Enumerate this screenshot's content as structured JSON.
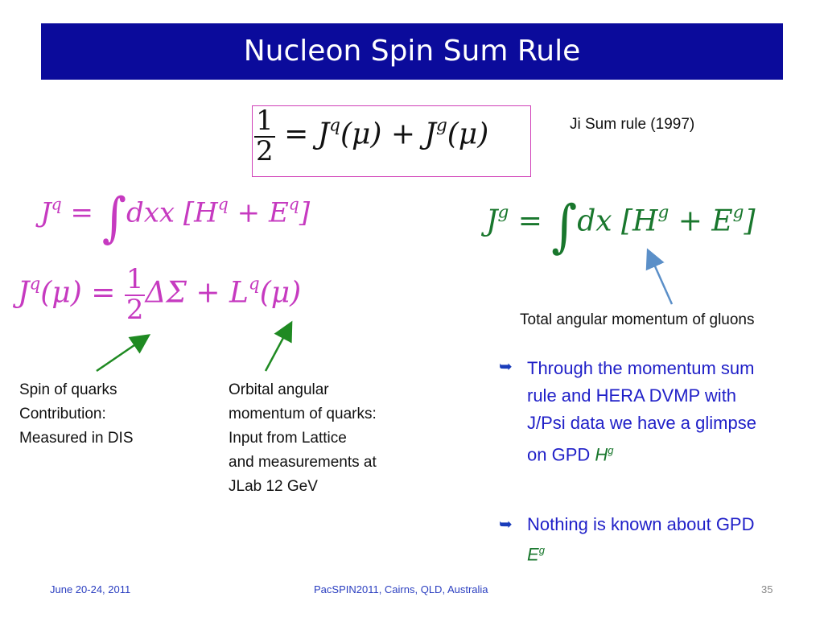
{
  "title": "Nucleon Spin  Sum Rule",
  "equations": {
    "boxed": {
      "lhs_num": "1",
      "lhs_den": "2",
      "rhs": "= J",
      "q": "q",
      "mu1": "(μ) + J",
      "g": "g",
      "mu2": "(μ)"
    },
    "jq": {
      "j": "J",
      "q": "q",
      "rest": "dxx [H",
      "q2": "q",
      "plus": " + E",
      "q3": "q",
      "end": "]"
    },
    "jg": {
      "j": "J",
      "g": "g",
      "rest": "dx [H",
      "g2": "g",
      "plus": " + E",
      "g3": "g",
      "end": "]"
    },
    "decomp": {
      "j": "J",
      "q": "q",
      "mu": "(μ) = ",
      "num": "1",
      "den": "2",
      "ds": "ΔΣ + L",
      "q2": "q",
      "end": "(μ)"
    }
  },
  "labels": {
    "ji": "Ji Sum rule (1997)",
    "gluons": "Total angular momentum of gluons",
    "spin": [
      "Spin of quarks",
      "Contribution:",
      "Measured in DIS"
    ],
    "orbital": [
      "Orbital angular",
      "momentum of quarks:",
      "Input from Lattice",
      "and measurements at",
      "JLab 12 GeV"
    ]
  },
  "bullets": [
    {
      "lines": [
        "Through the momentum sum",
        "rule and HERA DVMP with",
        "J/Psi data we have a glimpse",
        "on GPD "
      ],
      "sym": "H",
      "sup": "g"
    },
    {
      "lines": [
        "Nothing is known about GPD"
      ],
      "sym": "E",
      "sup": "g"
    }
  ],
  "bullet_icon": "right-arrow-icon",
  "footer": {
    "date": "June 20-24, 2011",
    "conf": "PacSPIN2011, Cairns, QLD, Australia",
    "page": "35"
  },
  "colors": {
    "title_bg": "#0b0b9b",
    "pink": "#c63ac0",
    "green": "#19772d",
    "bullet_text": "#2020c8"
  }
}
